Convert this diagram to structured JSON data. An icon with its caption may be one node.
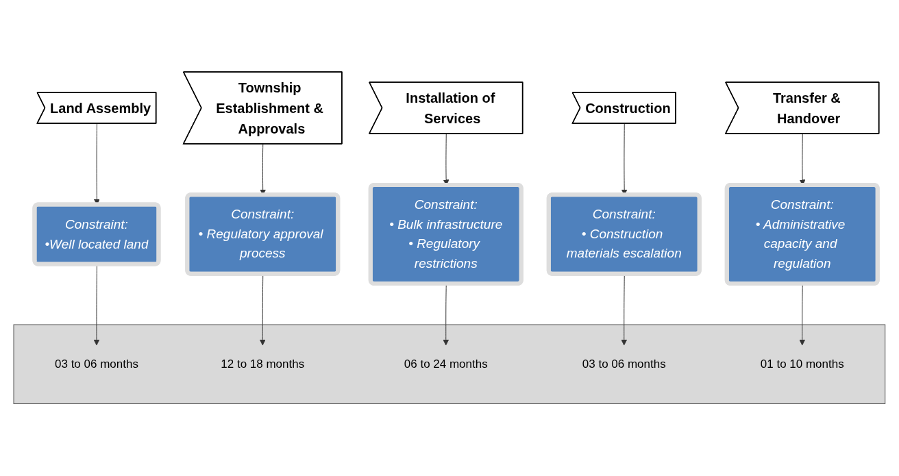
{
  "diagram": {
    "nodes": [
      {
        "text": [
          "Land Assembly"
        ]
      },
      {
        "text": [
          "Township Establishment & Approvals"
        ]
      },
      {
        "text": [
          "Installation of Services"
        ]
      },
      {
        "text": [
          "Construction"
        ]
      },
      {
        "text": [
          "Transfer & Handover"
        ]
      },
      {
        "text": [
          "Constraint:",
          "•Well located land"
        ]
      },
      {
        "text": [
          "Constraint:",
          "• Regulatory approval process"
        ]
      },
      {
        "text": [
          "Constraint:",
          "• Bulk infrastructure",
          "• Regulatory restrictions"
        ]
      },
      {
        "text": [
          "Constraint:",
          "• Construction materials escalation"
        ]
      },
      {
        "text": [
          "Constraint:",
          "• Administrative capacity and regulation"
        ]
      },
      {
        "text": [],
        "shape": "bar"
      },
      {
        "text": [
          "03 to 06 months"
        ],
        "in": 10
      },
      {
        "text": [
          "12 to 18 months"
        ],
        "in": 10
      },
      {
        "text": [
          "06 to 24 months"
        ],
        "in": 10
      },
      {
        "text": [
          "03 to 06 months"
        ],
        "in": 10
      },
      {
        "text": [
          "01 to 10 months"
        ],
        "in": 10
      }
    ],
    "edges": [
      {
        "from": 0,
        "to": 5,
        "arrow": "to"
      },
      {
        "from": 1,
        "to": 6,
        "arrow": "to"
      },
      {
        "from": 2,
        "to": 7,
        "arrow": "to"
      },
      {
        "from": 3,
        "to": 8,
        "arrow": "to"
      },
      {
        "from": 4,
        "to": 9,
        "arrow": "to"
      },
      {
        "from": 5,
        "to": 11,
        "arrow": "to"
      },
      {
        "from": 6,
        "to": 12,
        "arrow": "to"
      },
      {
        "from": 7,
        "to": 13,
        "arrow": "to"
      },
      {
        "from": 8,
        "to": 14,
        "arrow": "to"
      },
      {
        "from": 9,
        "to": 15,
        "arrow": "to"
      }
    ]
  }
}
